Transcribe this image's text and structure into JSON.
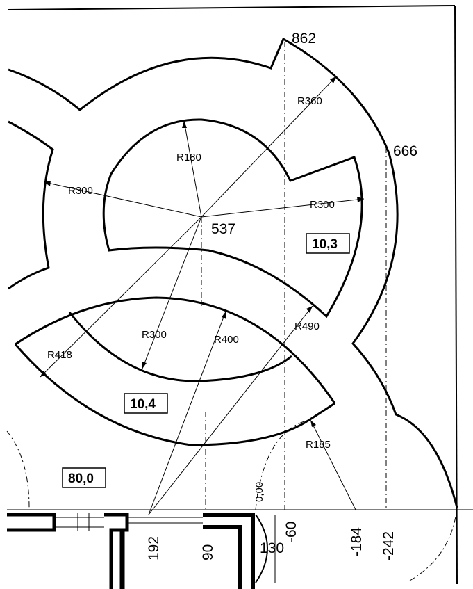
{
  "elevations": {
    "e862": "862",
    "e666": "666",
    "e537": "537"
  },
  "radii": {
    "r360": "R360",
    "r180": "R180",
    "r300_left": "R300",
    "r300_right": "R300",
    "r300_lower": "R300",
    "r400": "R400",
    "r490": "R490",
    "r418": "R418",
    "r185": "R185"
  },
  "area_tags": {
    "a103": "10,3",
    "a104": "10,4",
    "a800": "80,0"
  },
  "base_dims": {
    "d192": "192",
    "d90": "90",
    "d130": "130",
    "d60": "-60",
    "d184": "-184",
    "d242": "-242",
    "d000": "0;00"
  },
  "colors": {
    "ink": "#000000",
    "paper": "#ffffff"
  }
}
